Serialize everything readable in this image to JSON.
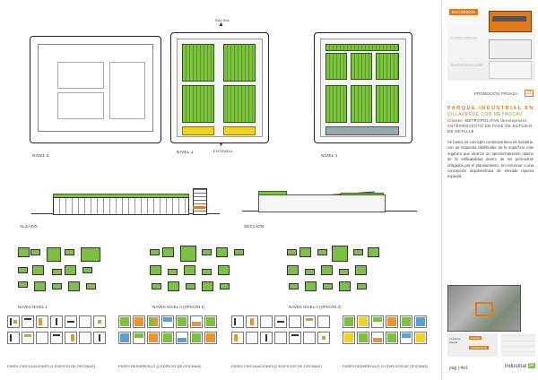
{
  "plans": {
    "nivel0": "NIVEL 0",
    "nivel1": "NIVEL 1",
    "nivel1b": "NIVEL 1",
    "salida": "SALIDA",
    "entrada": "ENTRADA"
  },
  "elevations": {
    "alzado": "ALZADO",
    "seccion": "SECCIÓN"
  },
  "naves": {
    "n1": "NAVES NIVEL 1",
    "n2": "NAVES NIVEL II (OPCIÓN 1)",
    "n3": "NAVES NIVEL II (OPCIÓN 2)"
  },
  "fases": {
    "f1": "FASES CIRCULACIONES (1 EDIFICIO DE OFICINAS)",
    "f2": "FASES DESARROLLO (1 EDIFICIO DE OFICINAS)",
    "f3": "FASES CIRCULACIONES (2 EDIFICIOS DE OFICINAS)",
    "f4": "FASES DESARROLLO (2 EDIFICIOS DE OFICINAS)"
  },
  "sidebar": {
    "encargos": "ENCARGOS",
    "concursos": "CONCURSOS",
    "investigacion": "INVESTIGACIÓN",
    "promocion": "PROMOCIÓN PRIVADA",
    "promocion_num": "23",
    "title_line1": "PARQUE INDUSTRIAL EN",
    "title_line2": "VILLAVERDE CON METROCAV",
    "subtitle": "Cliente: METROPOLITAN development ANTEPROYECTO EN FASE DE ESTUDIO DE DETALLE",
    "body": "Se busca un concepto contemporáneo de industria, con un esquema distribuidor de la superficie más orgánico que alcance un aprovechamiento óptimo de la edificabilidad dentro de los perímetros obligados por el planeamiento, sin renunciar a una concepción arquitectónica de elevada riqueza espacial.",
    "loc_label": "Ubicación Madrid",
    "fecha_label": "FECHA",
    "area_label": "SUPERFICIE",
    "pag": "pag | 4e1",
    "industrial": "industrial",
    "ind_num": "04"
  },
  "colors": {
    "green": "#7dc142",
    "orange": "#e07b1b",
    "yellow": "#f2d31b"
  }
}
